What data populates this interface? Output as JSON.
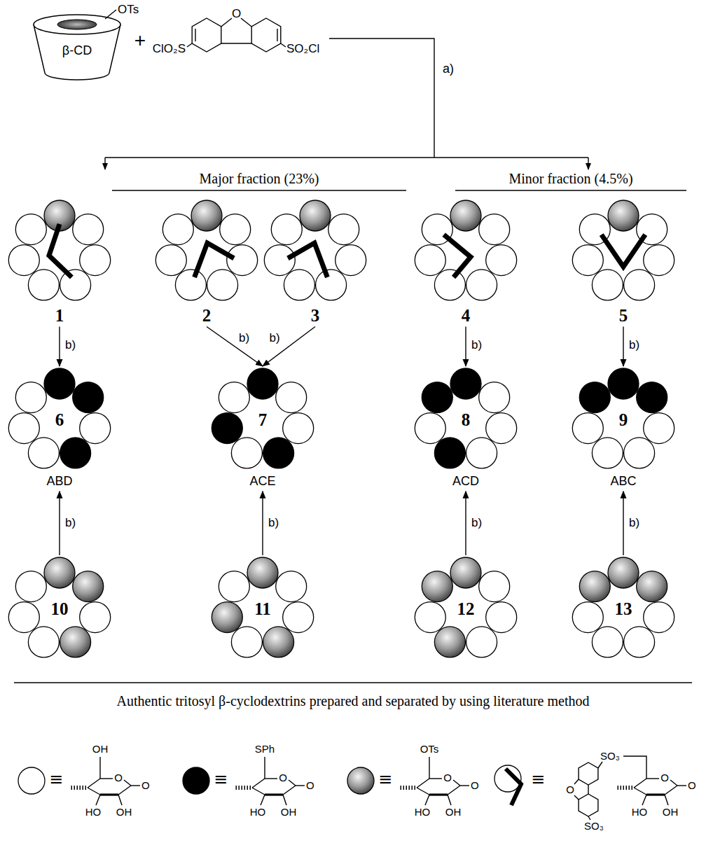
{
  "diagram": {
    "nodes": [
      {
        "text": [
          "1"
        ]
      },
      {
        "text": [
          "2"
        ]
      },
      {
        "text": [
          "3"
        ]
      },
      {
        "text": [
          "4"
        ]
      },
      {
        "text": [
          "5"
        ]
      },
      {
        "text": [
          "6",
          "ABD"
        ]
      },
      {
        "text": [
          "7",
          "ACE"
        ]
      },
      {
        "text": [
          "8",
          "ACD"
        ]
      },
      {
        "text": [
          "9",
          "ABC"
        ]
      },
      {
        "text": [
          "10"
        ]
      },
      {
        "text": [
          "11"
        ]
      },
      {
        "text": [
          "12"
        ]
      },
      {
        "text": [
          "13"
        ]
      }
    ],
    "edges": [
      {
        "from": 0,
        "to": 5,
        "label": "b)",
        "arrow": "to"
      },
      {
        "from": 1,
        "to": 6,
        "label": "b)",
        "arrow": "to"
      },
      {
        "from": 2,
        "to": 6,
        "label": "b)",
        "arrow": "to"
      },
      {
        "from": 3,
        "to": 7,
        "label": "b)",
        "arrow": "to"
      },
      {
        "from": 4,
        "to": 8,
        "label": "b)",
        "arrow": "to"
      },
      {
        "from": 9,
        "to": 5,
        "label": "b)",
        "arrow": "to"
      },
      {
        "from": 10,
        "to": 6,
        "label": "b)",
        "arrow": "to"
      },
      {
        "from": 11,
        "to": 7,
        "label": "b)",
        "arrow": "to"
      },
      {
        "from": 12,
        "to": 8,
        "label": "b)",
        "arrow": "to"
      }
    ],
    "labels": [
      "OTs",
      "β-CD",
      "+",
      "ClO₂S",
      "O",
      "SO₂Cl",
      "a)",
      "Major fraction (23%)",
      "Minor fraction (4.5%)",
      "Authentic tritosyl β-cyclodextrins prepared and separated by using literature method",
      "≡",
      "OH",
      "O",
      "O",
      "HO",
      "OH",
      "≡",
      "SPh",
      "O",
      "O",
      "HO",
      "OH",
      "≡",
      "OTs",
      "O",
      "O",
      "HO",
      "OH",
      "≡",
      "SO₃",
      "O",
      "SO₃",
      "O",
      "O",
      "HO",
      "OH"
    ]
  }
}
